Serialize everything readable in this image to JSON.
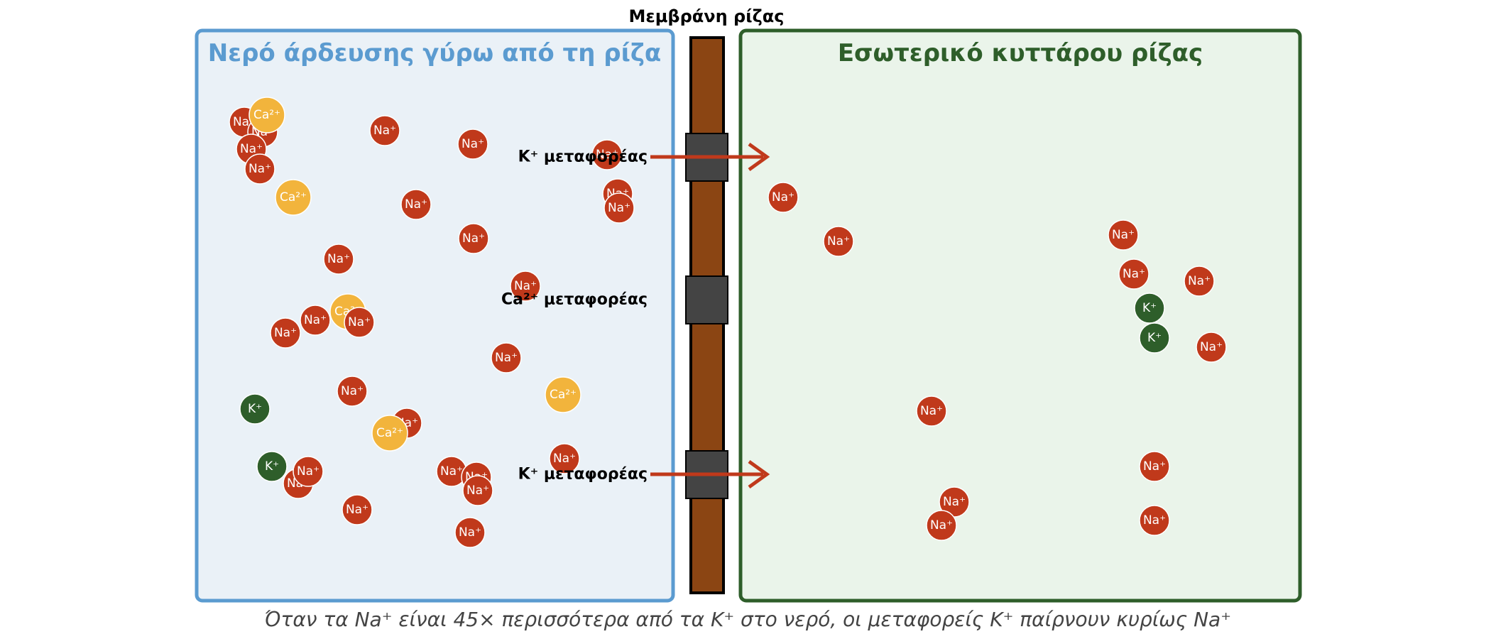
{
  "title": "Μεμβράνη ρίζας",
  "left_panel": {
    "title": "Νερό άρδευσης γύρω από τη ρίζα"
  },
  "right_panel": {
    "title": "Εσωτερικό κυττάρου ρίζας"
  },
  "transporters": [
    {
      "label": "K⁺ μεταφορέας"
    },
    {
      "label": "Ca²⁺ μεταφορέας"
    },
    {
      "label": "K⁺ μεταφορέας"
    }
  ],
  "caption": "Όταν τα Na⁺ είναι 45× περισσότερα από τα K⁺ στο νερό, οι μεταφορείς K⁺ παίρνουν κυρίως Na⁺",
  "ion_types": {
    "na": {
      "label": "Na⁺",
      "color": "#c0391b"
    },
    "k": {
      "label": "K⁺",
      "color": "#2e5e2a"
    },
    "ca": {
      "label": "Ca²⁺",
      "color": "#f2b43c"
    }
  },
  "colors": {
    "left_border": "#5b9bd0",
    "left_fill": "#eaf1f7",
    "left_title": "#5b9bd0",
    "right_border": "#2e5e2a",
    "right_fill": "#eaf4ea",
    "right_title": "#2e5e2a",
    "membrane": "#8b4513",
    "transporter": "#444444",
    "arrow": "#c0391b"
  }
}
